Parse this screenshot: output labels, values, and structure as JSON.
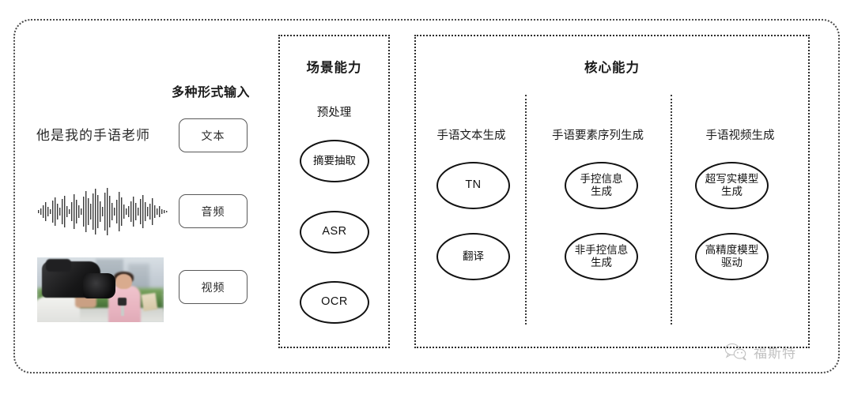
{
  "diagram": {
    "title_hidden": "",
    "outer_frame": {
      "style": "dotted-rounded"
    },
    "input_column": {
      "caption": "多种形式输入",
      "sentence_sample": "他是我的手语老师",
      "modalities": [
        {
          "label": "文本",
          "media": "text-sentence"
        },
        {
          "label": "音频",
          "media": "audio-waveform"
        },
        {
          "label": "视频",
          "media": "video-thumbnail"
        }
      ]
    },
    "scene_section": {
      "title": "场景能力",
      "subtitle": "预处理",
      "nodes": [
        {
          "label": "摘要抽取"
        },
        {
          "label": "ASR"
        },
        {
          "label": "OCR"
        }
      ]
    },
    "core_section": {
      "title": "核心能力",
      "columns": [
        {
          "header": "手语文本生成",
          "nodes": [
            {
              "line1": "TN",
              "line2": ""
            },
            {
              "line1": "翻译",
              "line2": ""
            }
          ]
        },
        {
          "header": "手语要素序列生成",
          "nodes": [
            {
              "line1": "手控信息",
              "line2": "生成"
            },
            {
              "line1": "非手控信息",
              "line2": "生成"
            }
          ]
        },
        {
          "header": "手语视频生成",
          "nodes": [
            {
              "line1": "超写实模型",
              "line2": "生成"
            },
            {
              "line1": "高精度模型",
              "line2": "驱动"
            }
          ]
        }
      ]
    },
    "watermark": {
      "icon": "wechat-icon",
      "text": "福斯特"
    },
    "colors": {
      "frame": "#4a4a4a",
      "node_stroke": "#111111",
      "text": "#231f20",
      "watermark": "#6d6d6d"
    }
  }
}
